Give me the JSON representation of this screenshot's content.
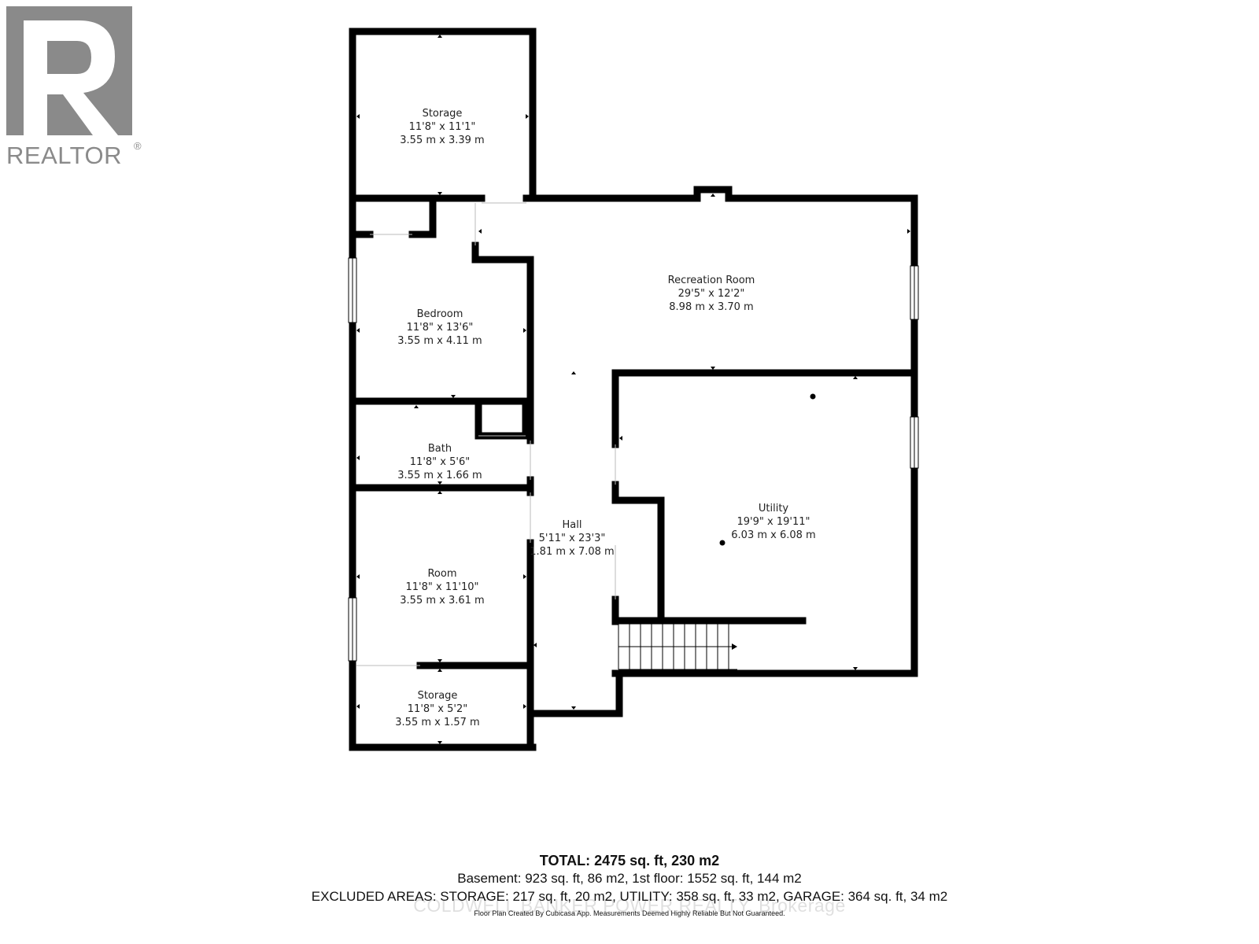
{
  "logo": {
    "text": "REALTOR",
    "registered": "®"
  },
  "rooms": [
    {
      "id": "storage-top",
      "name": "Storage",
      "imperial": "11'8\" x 11'1\"",
      "metric": "3.55 m x 3.39 m"
    },
    {
      "id": "recreation-room",
      "name": "Recreation Room",
      "imperial": "29'5\" x 12'2\"",
      "metric": "8.98 m x 3.70 m"
    },
    {
      "id": "bedroom",
      "name": "Bedroom",
      "imperial": "11'8\" x 13'6\"",
      "metric": "3.55 m x 4.11 m"
    },
    {
      "id": "bath",
      "name": "Bath",
      "imperial": "11'8\" x 5'6\"",
      "metric": "3.55 m x 1.66 m"
    },
    {
      "id": "utility",
      "name": "Utility",
      "imperial": "19'9\" x 19'11\"",
      "metric": "6.03 m x 6.08 m"
    },
    {
      "id": "hall",
      "name": "Hall",
      "imperial": "5'11\" x 23'3\"",
      "metric": "1.81 m x 7.08 m"
    },
    {
      "id": "room",
      "name": "Room",
      "imperial": "11'8\" x 11'10\"",
      "metric": "3.55 m x 3.61 m"
    },
    {
      "id": "storage-bottom",
      "name": "Storage",
      "imperial": "11'8\" x 5'2\"",
      "metric": "3.55 m x 1.57 m"
    }
  ],
  "summary": {
    "total": "TOTAL: 2475 sq. ft, 230 m2",
    "floors": "Basement: 923 sq. ft, 86 m2, 1st floor: 1552 sq. ft, 144 m2",
    "excluded": "EXCLUDED AREAS: STORAGE: 217 sq. ft, 20 m2, UTILITY: 358 sq. ft, 33 m2, GARAGE: 364 sq. ft, 34 m2",
    "watermark": "COLDWELL BANKER POWER REALTY, Brokerage",
    "disclaimer": "Floor Plan Created By Cubicasa App. Measurements Deemed Highly Reliable But Not Guaranteed."
  }
}
